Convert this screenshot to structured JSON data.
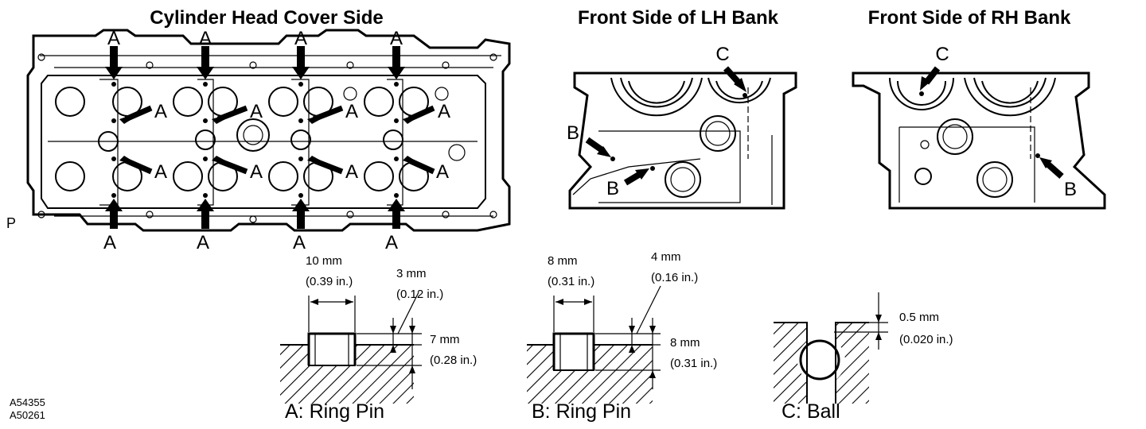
{
  "titles": {
    "cover_side": "Cylinder Head Cover Side",
    "lh_bank": "Front Side of LH Bank",
    "rh_bank": "Front Side of RH Bank"
  },
  "labels": {
    "a": "A",
    "b": "B",
    "c": "C",
    "p": "P"
  },
  "detail_a": {
    "caption": "A: Ring Pin",
    "width_mm": "10 mm",
    "width_in": "(0.39 in.)",
    "top_mm": "3 mm",
    "top_in": "(0.12 in.)",
    "height_mm": "7 mm",
    "height_in": "(0.28 in.)"
  },
  "detail_b": {
    "caption": "B: Ring Pin",
    "width_mm": "8 mm",
    "width_in": "(0.31 in.)",
    "top_mm": "4 mm",
    "top_in": "(0.16 in.)",
    "height_mm": "8 mm",
    "height_in": "(0.31 in.)"
  },
  "detail_c": {
    "caption": "C: Ball",
    "depth_mm": "0.5 mm",
    "depth_in": "(0.020 in.)"
  },
  "figure_codes": [
    "A54355",
    "A50261"
  ]
}
